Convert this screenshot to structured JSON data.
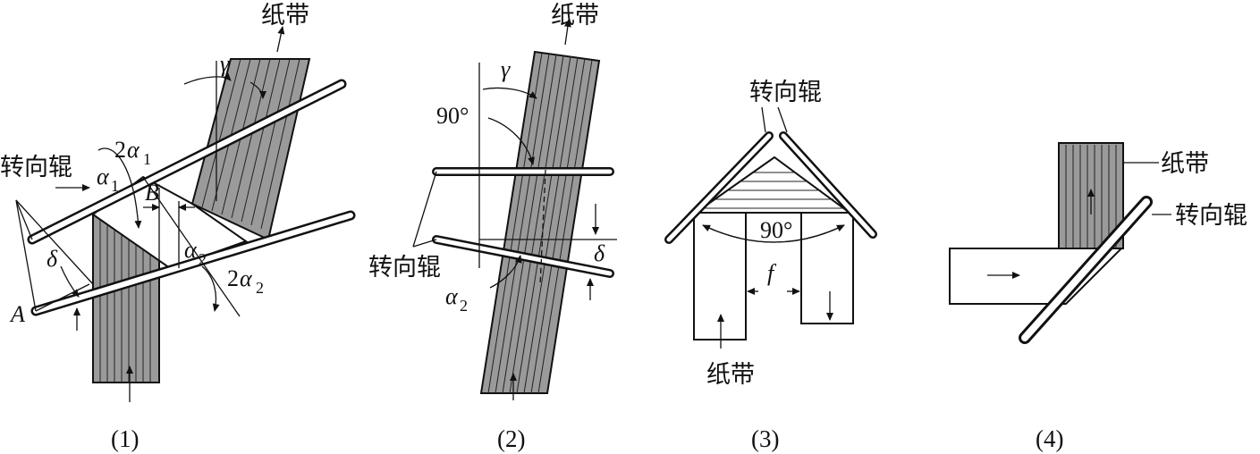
{
  "labels": {
    "paper_tape": "纸带",
    "turn_roller": "转向辊",
    "gamma": "γ",
    "delta": "δ",
    "alpha1": "α",
    "alpha2": "α",
    "two": "2",
    "sub1": "1",
    "sub2": "2",
    "point_a": "A",
    "point_b": "B",
    "ninety_deg": "90°",
    "f": "f"
  },
  "captions": [
    "(1)",
    "(2)",
    "(3)",
    "(4)"
  ],
  "colors": {
    "ink": "#111111",
    "tape_fill": "#9a9a9a",
    "background": "#ffffff"
  }
}
